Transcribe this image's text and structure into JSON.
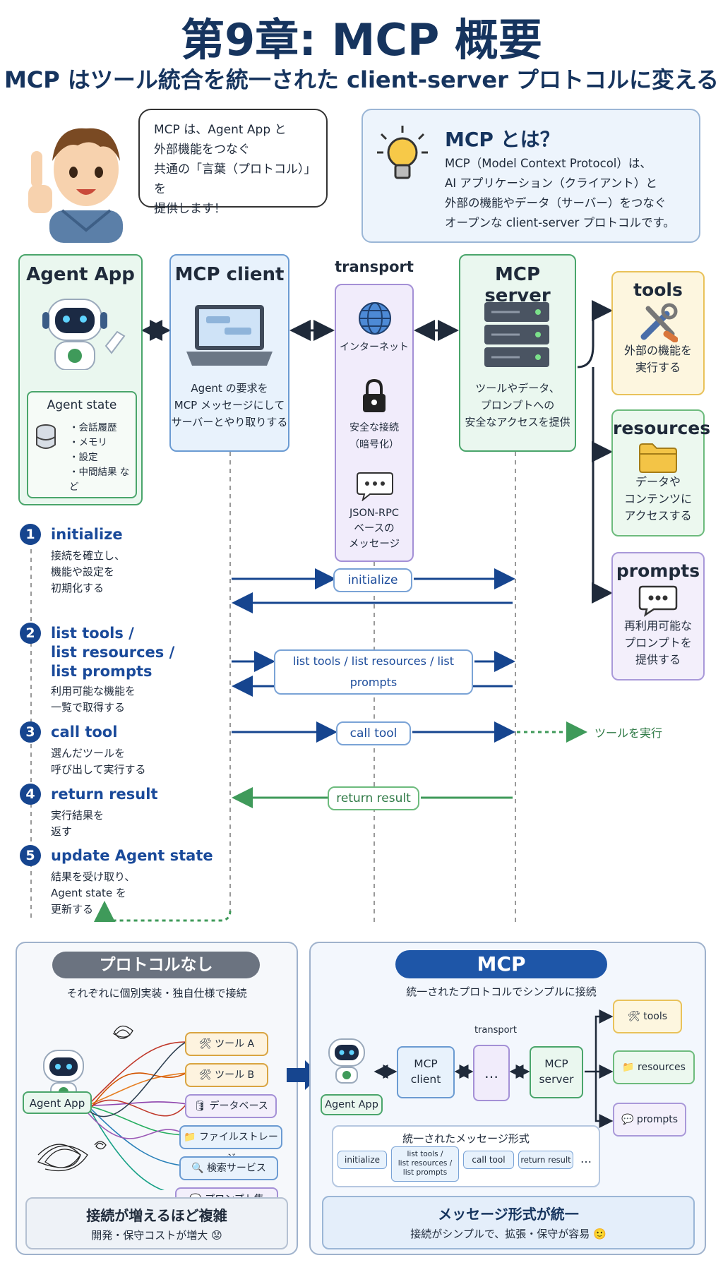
{
  "header": {
    "title": "第9章: MCP 概要",
    "subtitle": "MCP はツール統合を統一された client-server プロトコルに変える"
  },
  "speech": {
    "lines": [
      "MCP は、Agent App と",
      "外部機能をつなぐ",
      "共通の「言葉（プロトコル）」を",
      "提供します！"
    ]
  },
  "what_is": {
    "title": "MCP とは？",
    "lines": [
      "MCP（Model Context Protocol）は、",
      "AI アプリケーション（クライアント）と",
      "外部の機能やデータ（サーバー）をつなぐ",
      "オープンな client-server プロトコルです。"
    ]
  },
  "architecture": {
    "agent_app": {
      "title": "Agent App",
      "state_title": "Agent state",
      "state_items": [
        "・会話履歴",
        "・メモリ",
        "・設定",
        "・中間結果 など"
      ]
    },
    "mcp_client": {
      "title": "MCP client",
      "desc": [
        "Agent の要求を",
        "MCP メッセージにして",
        "サーバーとやり取りする"
      ]
    },
    "transport": {
      "title": "transport",
      "internet": "インターネット",
      "secure": [
        "安全な接続",
        "（暗号化）"
      ],
      "jsonrpc": [
        "JSON-RPC",
        "ベースの",
        "メッセージ"
      ]
    },
    "mcp_server": {
      "title": "MCP server",
      "desc": [
        "ツールやデータ、",
        "プロンプトへの",
        "安全なアクセスを提供"
      ]
    },
    "capabilities": [
      {
        "title": "tools",
        "desc": [
          "外部の機能を",
          "実行する"
        ],
        "icon": "tools-icon",
        "color": "#e9c25a"
      },
      {
        "title": "resources",
        "desc": [
          "データや",
          "コンテンツに",
          "アクセスする"
        ],
        "icon": "folder-icon",
        "color": "#6dbb7d"
      },
      {
        "title": "prompts",
        "desc": [
          "再利用可能な",
          "プロンプトを",
          "提供する"
        ],
        "icon": "chat-icon",
        "color": "#a999d9"
      }
    ]
  },
  "steps": [
    {
      "num": "1",
      "title": [
        "initialize"
      ],
      "desc": [
        "接続を確立し、",
        "機能や設定を",
        "初期化する"
      ]
    },
    {
      "num": "2",
      "title": [
        "list tools /",
        "list resources /",
        "list prompts"
      ],
      "desc": [
        "利用可能な機能を",
        "一覧で取得する"
      ]
    },
    {
      "num": "3",
      "title": [
        "call tool"
      ],
      "desc": [
        "選んだツールを",
        "呼び出して実行する"
      ]
    },
    {
      "num": "4",
      "title": [
        "return result"
      ],
      "desc": [
        "実行結果を",
        "返す"
      ]
    },
    {
      "num": "5",
      "title": [
        "update Agent state"
      ],
      "desc": [
        "結果を受け取り、",
        "Agent state を",
        "更新する"
      ]
    }
  ],
  "messages": {
    "initialize": "initialize",
    "list": "list tools / list resources / list prompts",
    "call_tool": "call tool",
    "return_result": "return result",
    "execute_tool": "ツールを実行"
  },
  "no_protocol": {
    "title": "プロトコルなし",
    "subtitle": "それぞれに個別実装・独自仕様で接続",
    "agent_label": "Agent App",
    "targets": [
      "ツール A",
      "ツール B",
      "データベース",
      "ファイルストレージ",
      "検索サービス",
      "プロンプト集"
    ],
    "footer_title": "接続が増えるほど複雑",
    "footer_desc": "開発・保守コストが増大"
  },
  "with_mcp": {
    "title": "MCP",
    "subtitle": "統一されたプロトコルでシンプルに接続",
    "agent_label": "Agent App",
    "client": [
      "MCP",
      "client"
    ],
    "transport_label": "transport",
    "server": [
      "MCP",
      "server"
    ],
    "caps": [
      "tools",
      "resources",
      "prompts"
    ],
    "format_title": "統一されたメッセージ形式",
    "format_items": [
      "initialize",
      "list tools /\nlist resources /\nlist prompts",
      "call tool",
      "return result",
      "…"
    ],
    "footer_title": "メッセージ形式が統一",
    "footer_desc": "接続がシンプルで、拡張・保守が容易"
  },
  "colors": {
    "navy": "#16345e",
    "blue": "#1a4a9a",
    "green": "#3f9a5a",
    "purple": "#a490d6",
    "yellow": "#e9c25a"
  }
}
